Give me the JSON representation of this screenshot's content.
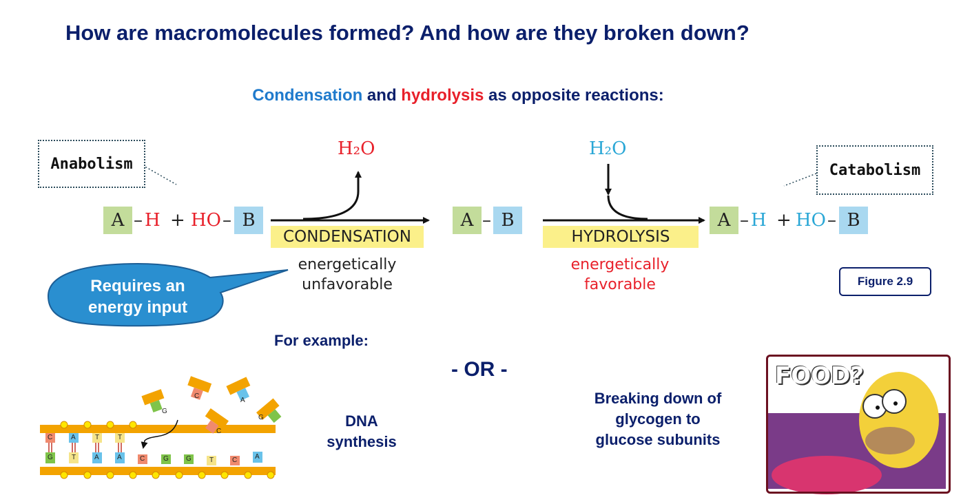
{
  "title": "How are macromolecules formed? And how are they broken down?",
  "subtitle": {
    "condensation": "Condensation",
    "and": " and ",
    "hydrolysis": "hydrolysis",
    "rest": " as opposite reactions:"
  },
  "anabolism": "Anabolism",
  "catabolism": "Catabolism",
  "reaction_left": {
    "a": "A",
    "h_bond": "–",
    "h": "H",
    "plus": "+",
    "ho": "HO",
    "ho_bond": "–",
    "b": "B"
  },
  "product_mid": {
    "a": "A",
    "bond": "–",
    "b": "B"
  },
  "reaction_right": {
    "a": "A",
    "h_bond": "–",
    "h": "H",
    "plus": "+",
    "ho": "HO",
    "ho_bond": "–",
    "b": "B"
  },
  "water_out": "H₂O",
  "water_in": "H₂O",
  "condensation_label": "CONDENSATION",
  "hydrolysis_label": "HYDROLYSIS",
  "condensation_energy": {
    "line1": "energetically",
    "line2": "unfavorable"
  },
  "hydrolysis_energy": {
    "line1": "energetically",
    "line2": "favorable"
  },
  "callout": {
    "line1": "Requires an",
    "line2": "energy input"
  },
  "figure_badge": "Figure 2.9",
  "example_label": "For example:",
  "or_label": "- OR -",
  "dna_caption": {
    "line1": "DNA",
    "line2": "synthesis"
  },
  "glycogen_caption": {
    "line1": "Breaking down of",
    "line2": "glycogen to",
    "line3": "glucose subunits"
  },
  "food_text": "FOOD?",
  "dna_bases": {
    "top": [
      "C",
      "A",
      "T",
      "T"
    ],
    "bottom": [
      "G",
      "T",
      "A",
      "A",
      "C",
      "G",
      "G",
      "T",
      "C",
      "A"
    ],
    "free": [
      "G",
      "C",
      "A",
      "C",
      "G"
    ]
  },
  "colors": {
    "title": "#0b1f6b",
    "condensation": "#1f7acc",
    "hydrolysis": "#e8202a",
    "green_box": "#c3dc9b",
    "blue_box": "#a9d8f0",
    "label_band": "#fbf08a",
    "callout": "#2a8fd0"
  }
}
